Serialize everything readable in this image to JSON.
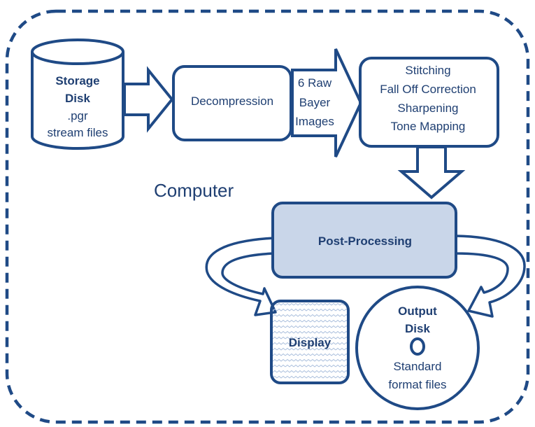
{
  "container": {
    "label": "Computer"
  },
  "storage_disk": {
    "title_line1": "Storage",
    "title_line2": "Disk",
    "line3": ".pgr",
    "line4": "stream files"
  },
  "decompression": {
    "label": "Decompression"
  },
  "raw_arrow": {
    "line1": "6 Raw",
    "line2": "Bayer",
    "line3": "Images"
  },
  "processing": {
    "line1": "Stitching",
    "line2": "Fall Off Correction",
    "line3": "Sharpening",
    "line4": "Tone Mapping"
  },
  "post_processing": {
    "label": "Post-Processing"
  },
  "display": {
    "label": "Display"
  },
  "output_disk": {
    "line1": "Output",
    "line2": "Disk",
    "line3": "Standard",
    "line4": "format files"
  },
  "colors": {
    "stroke": "#1f4a86",
    "text": "#1f3f72",
    "fill_light": "#c9d6e9",
    "pattern": "#9fb5d6"
  }
}
